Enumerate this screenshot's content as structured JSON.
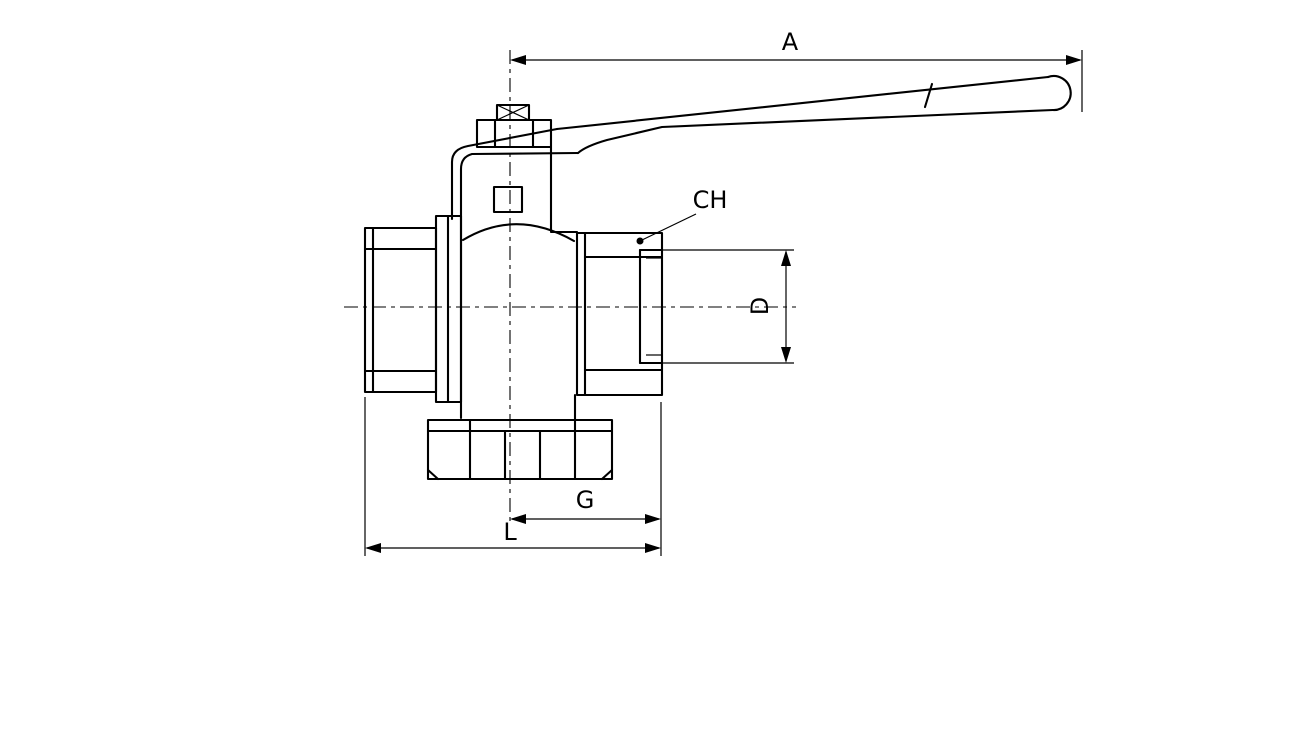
{
  "canvas": {
    "background": "#ffffff",
    "line_color": "#000000"
  },
  "labels": {
    "a": "A",
    "ch": "CH",
    "d": "D",
    "g": "G",
    "l": "L"
  }
}
